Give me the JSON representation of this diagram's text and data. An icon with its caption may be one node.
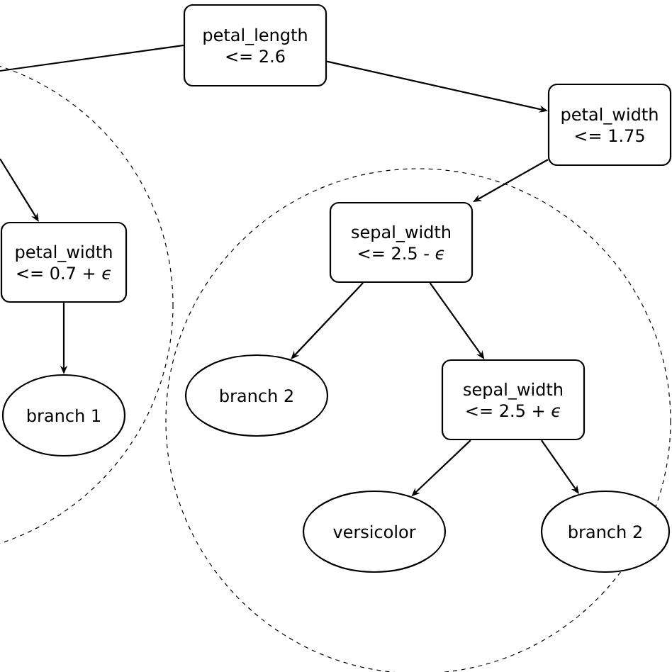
{
  "diagram": {
    "nodes": [
      {
        "text": [
          "petal_length",
          "<= 2.6"
        ]
      },
      {
        "text": [
          "petal_width",
          "<= 1.75"
        ]
      },
      {
        "text": [
          "sepal_width",
          "<= 2.5 - *ϵ*"
        ]
      },
      {
        "text": [
          "petal_width",
          "<= 0.7 + *ϵ*"
        ]
      },
      {
        "text": [
          "branch 2"
        ]
      },
      {
        "text": [
          "branch 1"
        ]
      },
      {
        "text": [
          "sepal_width",
          "<= 2.5 + *ϵ*"
        ]
      },
      {
        "text": [
          "versicolor"
        ]
      },
      {
        "text": [
          "branch 2"
        ]
      }
    ],
    "edges": [
      {
        "from": 0,
        "to": null,
        "arrow": "none"
      },
      {
        "from": 0,
        "to": 1,
        "arrow": "to"
      },
      {
        "from": 1,
        "to": 2,
        "arrow": "to"
      },
      {
        "from": null,
        "to": 3,
        "arrow": "to"
      },
      {
        "from": 3,
        "to": 5,
        "arrow": "to"
      },
      {
        "from": 2,
        "to": 4,
        "arrow": "to"
      },
      {
        "from": 2,
        "to": 6,
        "arrow": "to"
      },
      {
        "from": 6,
        "to": 7,
        "arrow": "to"
      },
      {
        "from": 6,
        "to": 8,
        "arrow": "to"
      }
    ]
  }
}
